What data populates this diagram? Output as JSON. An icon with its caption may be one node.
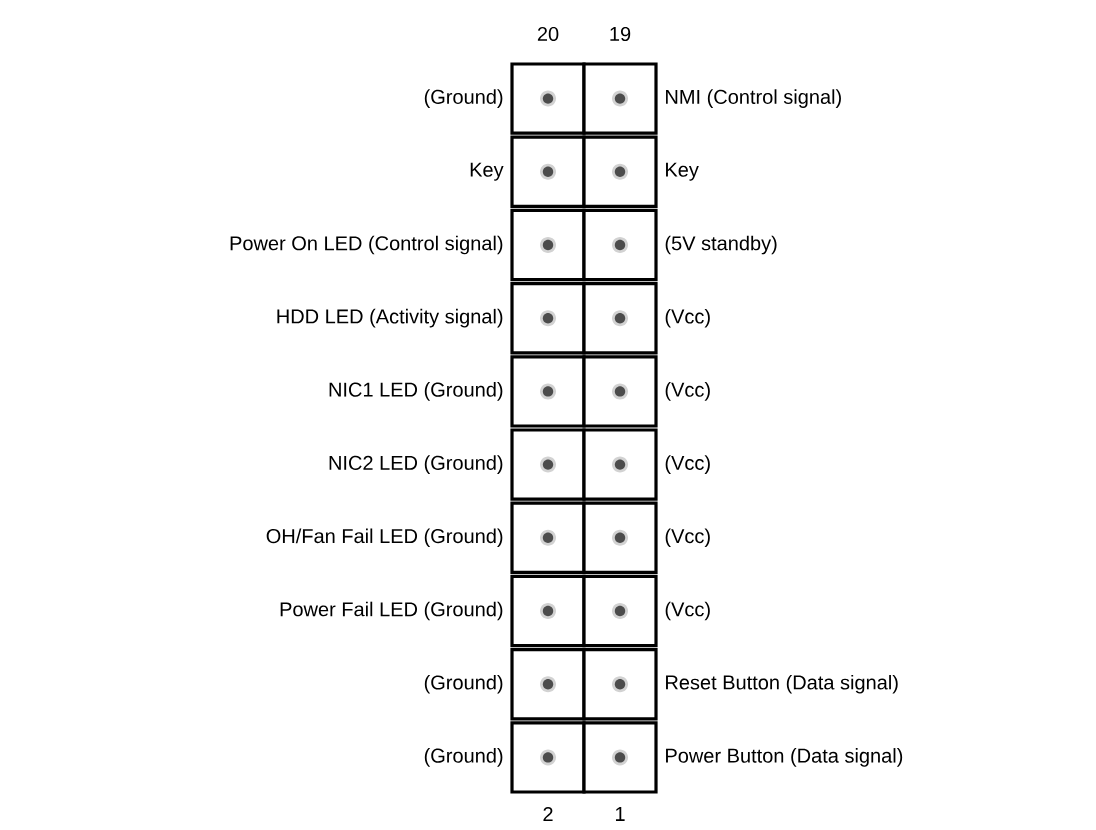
{
  "diagram": {
    "labels": [
      "20",
      "19",
      "(Ground)",
      "NMI (Control signal)",
      "Key",
      "Key",
      "Power On LED (Control signal)",
      "(5V standby)",
      "HDD LED (Activity signal)",
      "(Vcc)",
      "NIC1 LED (Ground)",
      "(Vcc)",
      "NIC2 LED (Ground)",
      "(Vcc)",
      "OH/Fan Fail LED (Ground)",
      "(Vcc)",
      "Power Fail LED (Ground)",
      "(Vcc)",
      "(Ground)",
      "Reset Button (Data signal)",
      "(Ground)",
      "Power Button (Data signal)",
      "2",
      "1"
    ]
  }
}
